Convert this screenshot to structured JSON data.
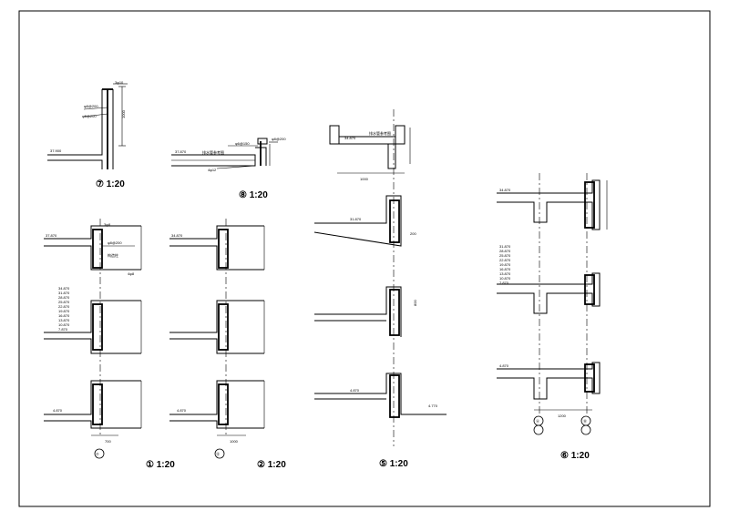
{
  "detail_labels": {
    "d7": "⑦ 1:20",
    "d8": "⑧ 1:20",
    "d1": "① 1:20",
    "d2": "② 1:20",
    "d5": "⑤ 1:20",
    "d6": "⑥ 1:20"
  },
  "annotations": {
    "d7_elev": "37.900",
    "d7_top": "3φ10",
    "d7_r1": "φ8@200",
    "d7_r2": "φ6@200",
    "d7_dim": "1000",
    "d8_elev": "37.870",
    "d8_note": "排水管参考图",
    "d8_r1": "φ6@150",
    "d8_r2": "φ8@200",
    "d8_r3": "4φ12",
    "d1_elev_top": "37.870",
    "d1_elev_stack": [
      "34.870",
      "31.870",
      "28.870",
      "25.870",
      "22.870",
      "19.870",
      "16.870",
      "13.870",
      "10.870",
      "7.870"
    ],
    "d1_elev_bot": "4.870",
    "d1_bar": "3φ8",
    "d1_bar2": "4φ8",
    "d1_stir": "φ8@200",
    "d1_note": "构造柱",
    "d1_axis": "⑦",
    "d1_dim": "700",
    "d2_elev_top": "34.870",
    "d2_elev_bot": "4.870",
    "d2_axis": "⑫",
    "d2_dim": "1000",
    "d5_elev_a": "34.870",
    "d5_elev_b": "31.870",
    "d5_elev_c": "4.870",
    "d5_elev_d": "4.770",
    "d5_dim_a": "1000",
    "d5_dim_b": "200",
    "d5_dim_c": "800",
    "d5_note": "排水管参考图",
    "d6_elev_top": "34.870",
    "d6_elev_stack": [
      "31.870",
      "28.870",
      "25.870",
      "22.870",
      "19.870",
      "16.870",
      "13.870",
      "10.870",
      "7.870"
    ],
    "d6_elev_bot": "4.870",
    "d6_axis_a": "Ⓐ",
    "d6_axis_b": "Ⓑ",
    "d6_dim": "1200"
  }
}
